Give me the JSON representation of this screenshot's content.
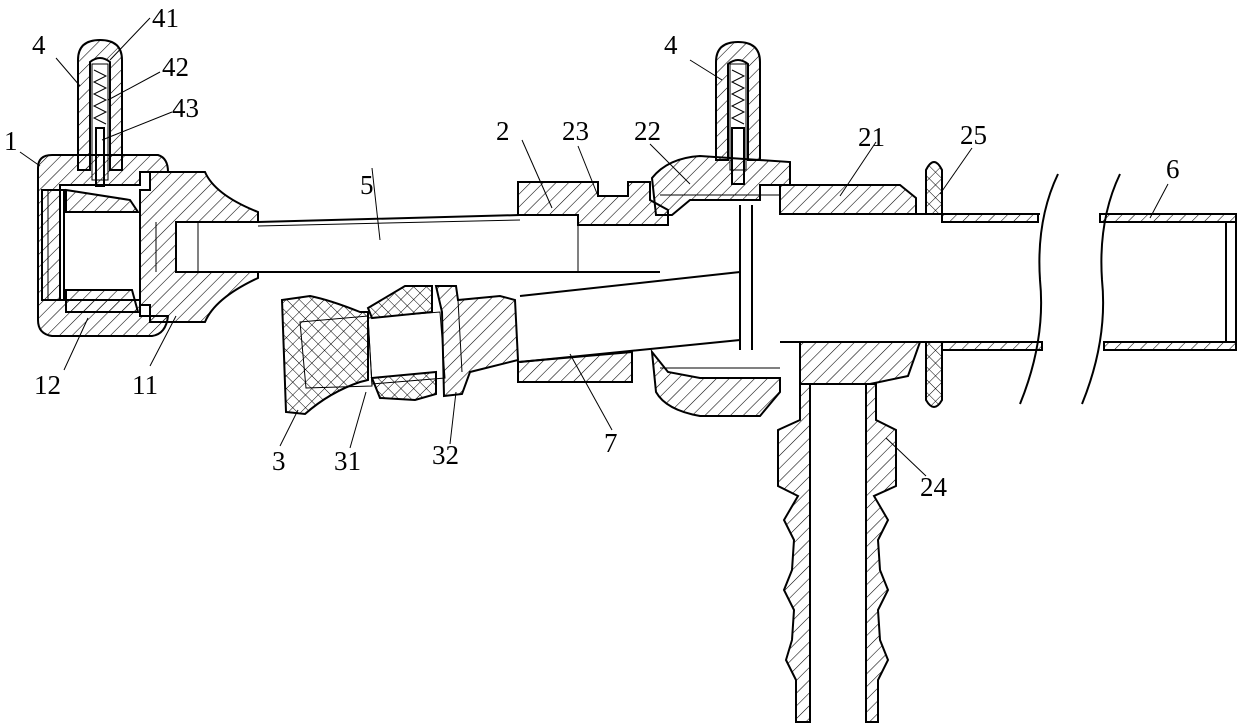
{
  "labels": {
    "l1": "1",
    "l2": "2",
    "l3": "3",
    "l4a": "4",
    "l4b": "4",
    "l5": "5",
    "l6": "6",
    "l7": "7",
    "l11": "11",
    "l12": "12",
    "l21": "21",
    "l22": "22",
    "l23": "23",
    "l24": "24",
    "l25": "25",
    "l31": "31",
    "l32": "32",
    "l41": "41",
    "l42": "42",
    "l43": "43"
  },
  "colors": {
    "line": "#000000",
    "background": "#ffffff"
  }
}
